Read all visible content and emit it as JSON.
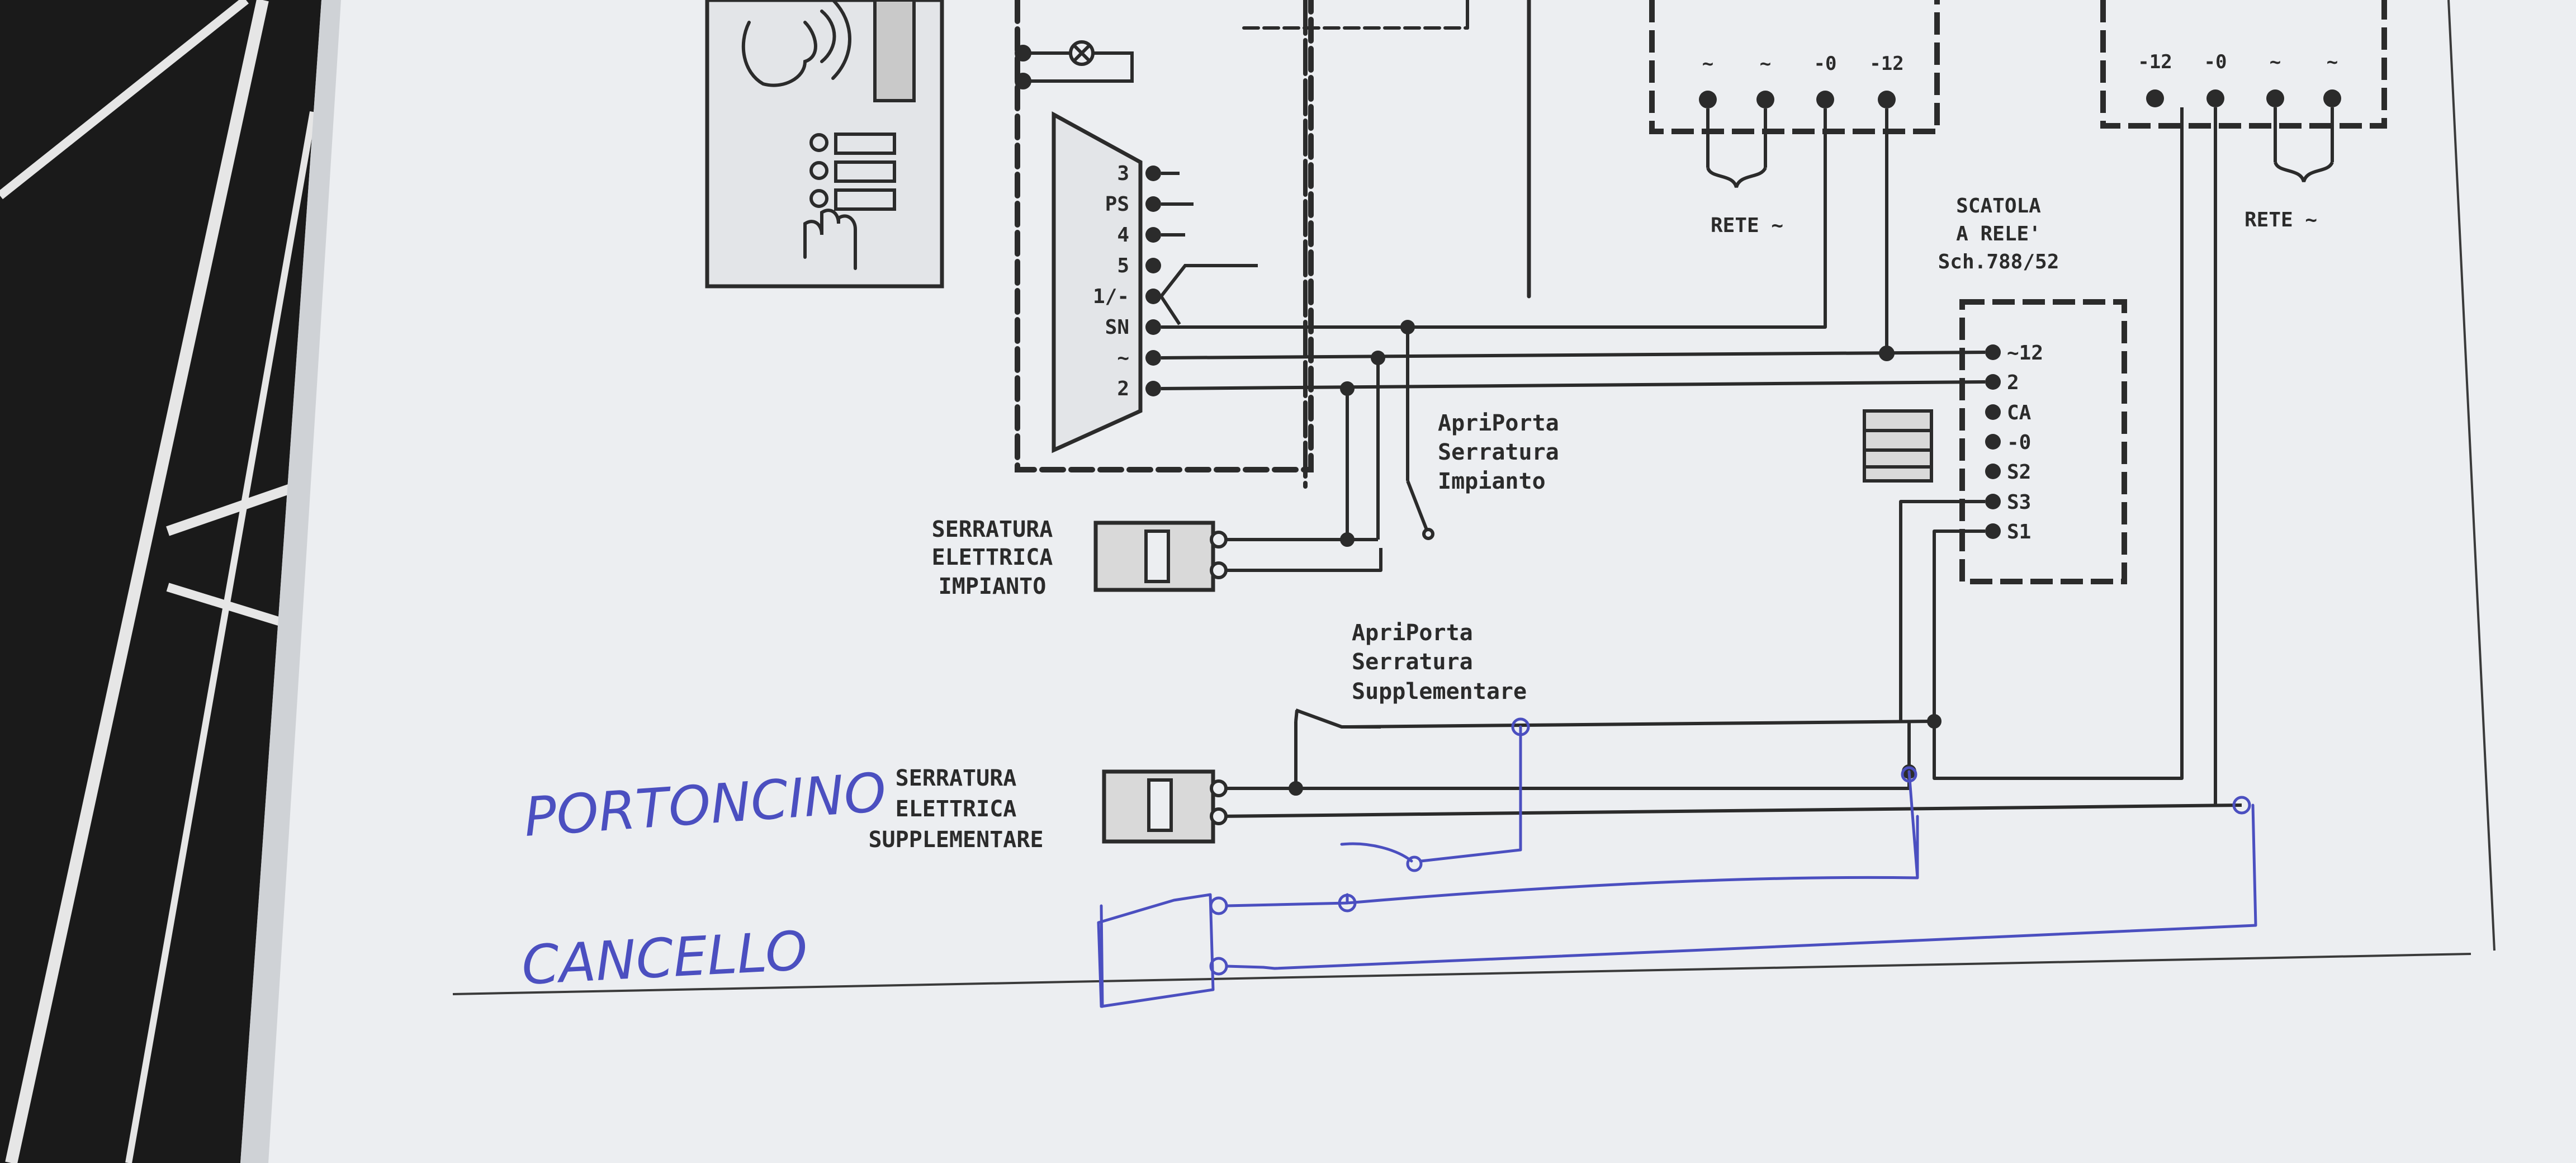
{
  "colors": {
    "background": "#1a1a1a",
    "paper": "#eceef1",
    "print_ink": "#2b2b2b",
    "pen_ink": "#4b4fc0",
    "label_shade": "#b9b9b9"
  },
  "panel_terminals": [
    "3",
    "PS",
    "4",
    "5",
    "1/-",
    "SN",
    "~",
    "2"
  ],
  "supply_left_terminals": [
    "~",
    "~",
    "-0",
    "-12"
  ],
  "supply_right_terminals": [
    "-12",
    "-0",
    "~",
    "~"
  ],
  "rete_left": "RETE ~",
  "rete_right": "RETE ~",
  "scatola": {
    "title": [
      "SCATOLA",
      "A RELE'",
      "Sch.788/52"
    ],
    "terminals": [
      "~12",
      "2",
      "CA",
      "-0",
      "S2",
      "S3",
      "S1"
    ]
  },
  "apriporta_impianto": [
    "ApriPorta",
    "Serratura",
    "Impianto"
  ],
  "serratura_impianto": [
    "SERRATURA",
    "ELETTRICA",
    "IMPIANTO"
  ],
  "apriporta_supplementare": [
    "ApriPorta",
    "Serratura",
    "Supplementare"
  ],
  "serratura_supplementare": [
    "SERRATURA",
    "ELETTRICA",
    "SUPPLEMENTARE"
  ],
  "handwritten": {
    "portoncino": "PORTONCINO",
    "cancello": "CANCELLO"
  }
}
